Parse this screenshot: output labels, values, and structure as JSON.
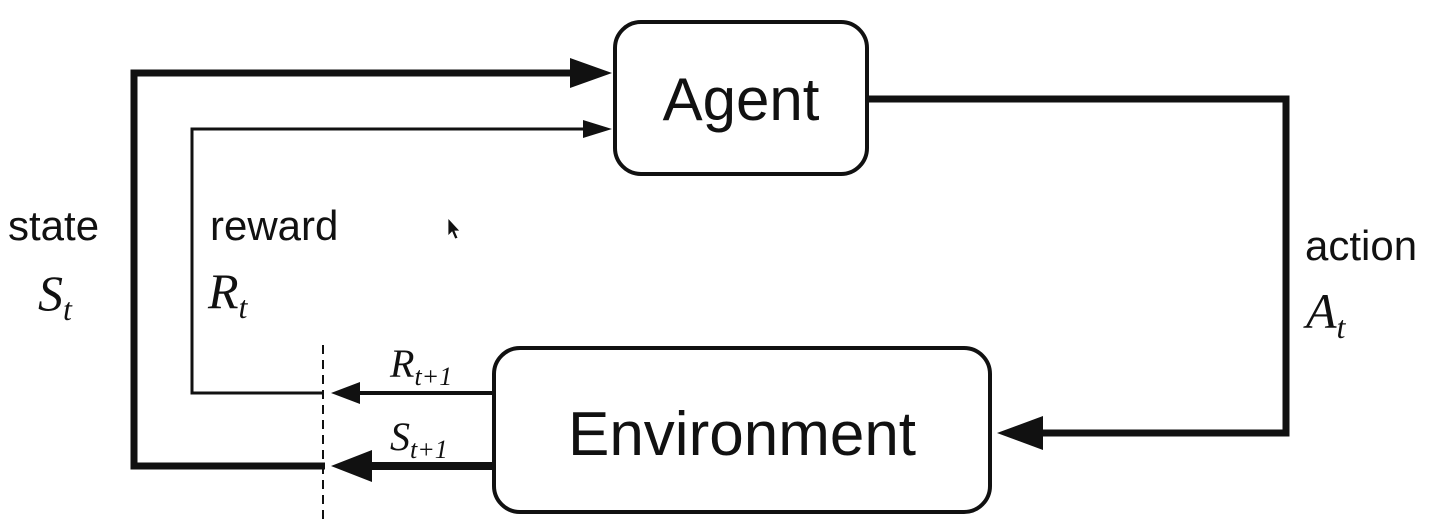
{
  "agent": {
    "label": "Agent"
  },
  "environment": {
    "label": "Environment"
  },
  "state": {
    "word": "state",
    "symbol": "S",
    "subscript": "t"
  },
  "reward": {
    "word": "reward",
    "symbol": "R",
    "subscript": "t"
  },
  "action": {
    "word": "action",
    "symbol": "A",
    "subscript": "t"
  },
  "next_reward": {
    "symbol": "R",
    "subscript": "t+1"
  },
  "next_state": {
    "symbol": "S",
    "subscript": "t+1"
  },
  "colors": {
    "line": "#111111",
    "box_border": "#111111",
    "background": "#ffffff"
  }
}
